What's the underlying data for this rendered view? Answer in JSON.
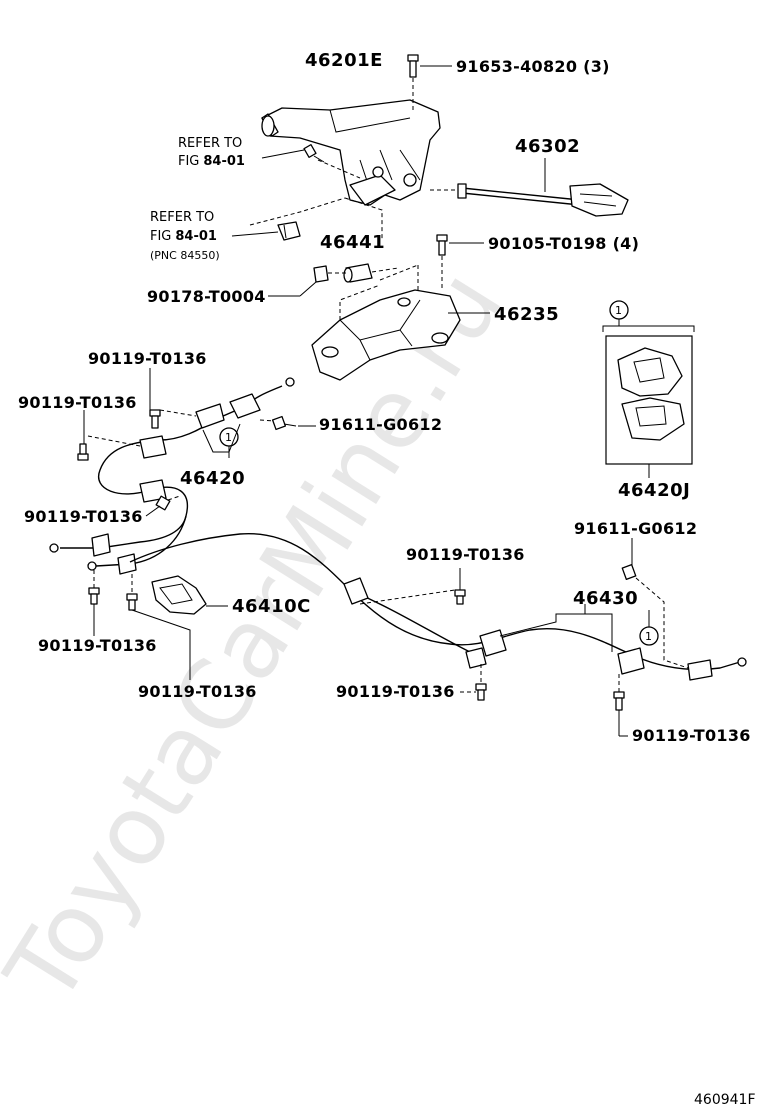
{
  "watermark": "ToyotaCarMine.ru",
  "drawing_code": "460941F",
  "labels": {
    "lever": "46201E",
    "bolt_top": "91653-40820 (3)",
    "refer1_line1": "REFER TO",
    "refer1_fig": "FIG",
    "refer1_num": "84-01",
    "rod": "46302",
    "refer2_line1": "REFER TO",
    "refer2_fig": "FIG",
    "refer2_num": "84-01",
    "refer2_pnc": "(PNC 84550)",
    "pin": "46441",
    "bolt_mid": "90105-T0198 (4)",
    "nut": "90178-T0004",
    "bracket": "46235",
    "bolt_a": "90119-T0136",
    "bolt_b": "90119-T0136",
    "bolt_c": "91611-G0612",
    "cable_front": "46420",
    "circle1": "1",
    "circle2": "1",
    "circle3": "1",
    "clamp_kit": "46420J",
    "bolt_d": "90119-T0136",
    "bolt_e": "91611-G0612",
    "bolt_f": "90119-T0136",
    "cable_rear": "46430",
    "clamp": "46410C",
    "bolt_g": "90119-T0136",
    "bolt_h": "90119-T0136",
    "bolt_i": "90119-T0136",
    "bolt_j": "90119-T0136"
  }
}
